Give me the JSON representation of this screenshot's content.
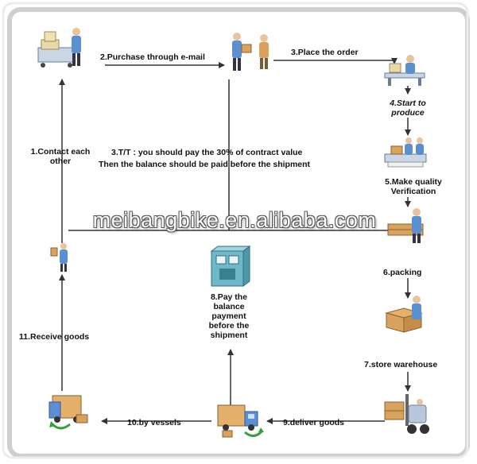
{
  "steps": {
    "s1": "1.Contact each other",
    "s2": "2.Purchase through e-mail",
    "s3": "3.Place the order",
    "s4": "4.Start to produce",
    "s5": "5.Make quality Verification",
    "s6": "6.packing",
    "s7": "7.store warehouse",
    "s8": "8.Pay the balance payment before the shipment",
    "s9": "9.deliver goods",
    "s10": "10.by  vessels",
    "s11": "11.Receive goods"
  },
  "tt_note": {
    "line1": "3.T/T : you should pay the 30% of contract value",
    "line2": "Then the balance should be paid before the shipment"
  },
  "watermark": "meibangbike.en.alibaba.com",
  "colors": {
    "line": "#333333",
    "frame_shadow": "#c8c8c8",
    "box_cardboard": "#d9a35e",
    "truck_blue": "#5b8fd6",
    "person_blue": "#5a8fd0",
    "safe_teal": "#6fb8c8",
    "green_arrow": "#33a23a"
  },
  "icons": [
    "customer-cart-icon",
    "businessman-icon",
    "office-desk-icon",
    "production-workers-icon",
    "quality-check-icon",
    "packing-worker-icon",
    "forklift-icon",
    "truck-icon",
    "ship-truck-icon",
    "safe-payment-icon",
    "receive-person-icon"
  ]
}
